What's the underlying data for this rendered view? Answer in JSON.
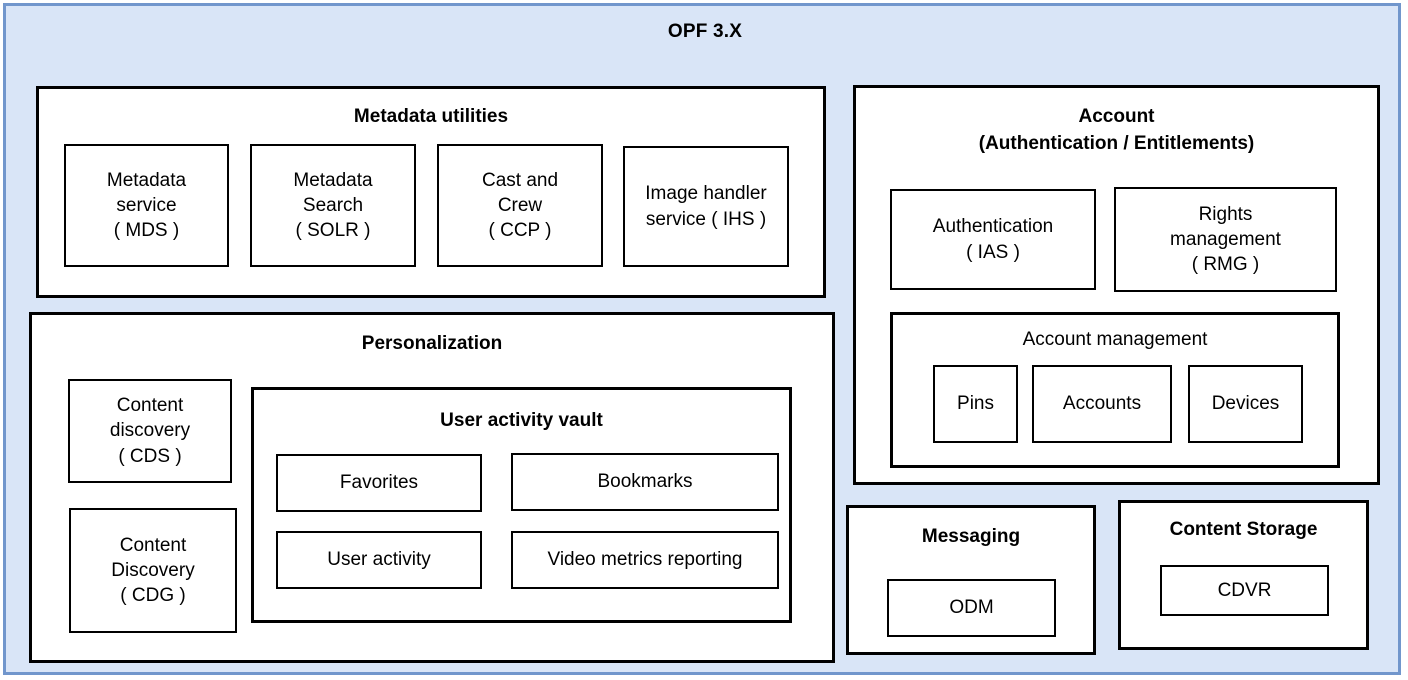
{
  "diagram": {
    "title": "OPF 3.X",
    "frame_bg": "#d9e5f7",
    "frame_border": "#7196cc",
    "node_border": "#000000"
  },
  "metadata_utilities": {
    "title": "Metadata utilities",
    "nodes": [
      {
        "label": "Metadata\nservice\n( MDS )"
      },
      {
        "label": "Metadata\nSearch\n( SOLR )"
      },
      {
        "label": "Cast and\nCrew\n( CCP )"
      },
      {
        "label": "Image handler\nservice ( IHS )"
      }
    ]
  },
  "personalization": {
    "title": "Personalization",
    "side_nodes": [
      {
        "label": "Content\ndiscovery\n( CDS )"
      },
      {
        "label": "Content\nDiscovery\n( CDG )"
      }
    ],
    "user_activity_vault": {
      "title": "User activity vault",
      "nodes": [
        {
          "label": "Favorites"
        },
        {
          "label": "Bookmarks"
        },
        {
          "label": "User activity"
        },
        {
          "label": "Video metrics reporting"
        }
      ]
    }
  },
  "account": {
    "title": "Account",
    "subtitle": "(Authentication / Entitlements)",
    "nodes": [
      {
        "label": "Authentication\n( IAS )"
      },
      {
        "label": "Rights\nmanagement\n( RMG )"
      }
    ],
    "account_management": {
      "title": "Account management",
      "nodes": [
        {
          "label": "Pins"
        },
        {
          "label": "Accounts"
        },
        {
          "label": "Devices"
        }
      ]
    }
  },
  "messaging": {
    "title": "Messaging",
    "nodes": [
      {
        "label": "ODM"
      }
    ]
  },
  "content_storage": {
    "title": "Content Storage",
    "nodes": [
      {
        "label": "CDVR"
      }
    ]
  }
}
